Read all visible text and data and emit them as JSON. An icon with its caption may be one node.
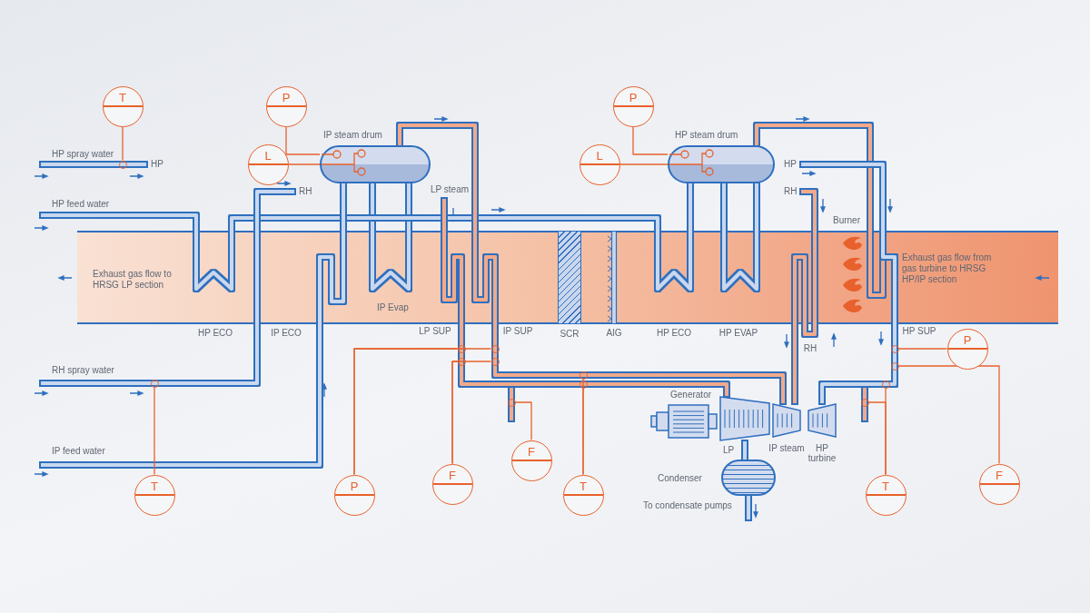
{
  "diagram": {
    "nodes": [
      {
        "text": [
          "T"
        ]
      },
      {
        "text": [
          "P"
        ]
      },
      {
        "text": [
          "P"
        ]
      },
      {
        "text": [
          "IP steam drum"
        ]
      },
      {
        "text": [
          "HP steam drum"
        ]
      },
      {
        "text": [
          "L"
        ]
      },
      {
        "text": [
          "L"
        ]
      },
      {
        "text": [
          "HP"
        ]
      },
      {
        "text": [
          "HP"
        ]
      },
      {
        "text": [
          "RH"
        ]
      },
      {
        "text": [
          "LP steam"
        ]
      },
      {
        "text": [
          "RH"
        ]
      },
      {
        "text": [
          "Exhaust gas flow to HRSG LP section",
          "Exhaust gas flow from gas turbine to HRSG HP/IP section"
        ]
      },
      {
        "text": [
          "SCR"
        ],
        "in": 12
      },
      {
        "text": [
          "AIG"
        ],
        "in": 12
      },
      {
        "text": [
          "P"
        ]
      },
      {
        "text": [
          "Generator"
        ]
      },
      {
        "text": [
          "LP"
        ]
      },
      {
        "text": [
          "IP steam"
        ]
      },
      {
        "text": [
          "HP turbine"
        ]
      },
      {
        "text": [
          "Condenser"
        ],
        "beside": [
          "To condensate pumps"
        ]
      },
      {
        "text": [
          "F"
        ]
      },
      {
        "text": [
          "F"
        ]
      },
      {
        "text": [
          "F"
        ]
      },
      {
        "text": [
          "T"
        ]
      },
      {
        "text": [
          "P"
        ]
      },
      {
        "text": [
          "T"
        ]
      },
      {
        "text": [
          "T"
        ]
      },
      {
        "text": [],
        "shape": "circle"
      },
      {
        "text": [],
        "shape": "circle"
      },
      {
        "text": [],
        "shape": "circle"
      },
      {
        "text": [],
        "shape": "circle"
      },
      {
        "text": [],
        "shape": "circle"
      },
      {
        "text": [],
        "shape": "circle"
      },
      {
        "text": [],
        "shape": "circle"
      },
      {
        "text": [],
        "shape": "circle"
      },
      {
        "text": [],
        "shape": "circle"
      },
      {
        "text": [],
        "shape": "circle"
      },
      {
        "text": [],
        "shape": "circle"
      },
      {
        "text": [],
        "shape": "circle"
      },
      {
        "text": [],
        "shape": "circle"
      }
    ],
    "edges": [
      {
        "from": 0,
        "to": 28,
        "arrow": "none"
      },
      {
        "from": 1,
        "to": 3,
        "arrow": "none"
      },
      {
        "from": 5,
        "to": 3,
        "arrow": "none"
      },
      {
        "from": 2,
        "to": 4,
        "arrow": "none"
      },
      {
        "from": 6,
        "to": 4,
        "arrow": "none"
      },
      {
        "from": 15,
        "to": 31,
        "arrow": "none"
      },
      {
        "from": 24,
        "to": 35,
        "arrow": "none"
      },
      {
        "from": 25,
        "to": 29,
        "arrow": "none"
      },
      {
        "from": 25,
        "to": 30,
        "arrow": "none"
      },
      {
        "from": 22,
        "to": 32,
        "arrow": "none"
      },
      {
        "from": 22,
        "to": 33,
        "arrow": "none"
      },
      {
        "from": 21,
        "to": 39,
        "arrow": "none"
      },
      {
        "from": 26,
        "to": 37,
        "arrow": "none"
      },
      {
        "from": 26,
        "to": 36,
        "arrow": "none"
      },
      {
        "from": 27,
        "to": 38,
        "arrow": "none"
      },
      {
        "from": 27,
        "to": 40,
        "arrow": "none"
      },
      {
        "from": 23,
        "to": 34,
        "arrow": "none"
      },
      {
        "from": null,
        "to": 7,
        "arrow": "none",
        "label": "HP spray water",
        "style": "thick",
        "color": "#c9d8ee"
      },
      {
        "from": null,
        "to": 4,
        "arrow": "none",
        "label": "HP feed water",
        "style": "thick",
        "color": "#c9d8ee"
      },
      {
        "from": null,
        "to": 9,
        "arrow": "none",
        "label": "RH spray water",
        "style": "thick",
        "color": "#c9d8ee"
      },
      {
        "from": null,
        "to": 3,
        "arrow": "none",
        "label": "IP feed water",
        "style": "thick",
        "color": "#c9d8ee"
      },
      {
        "from": 3,
        "to": 18,
        "arrow": "none",
        "style": "thick",
        "color": "#f2a98a"
      },
      {
        "from": 10,
        "to": 17,
        "arrow": "none",
        "style": "thick",
        "color": "#f2a98a"
      },
      {
        "from": 4,
        "to": 19,
        "arrow": "none",
        "style": "thick",
        "color": "#f2a98a"
      },
      {
        "from": 8,
        "to": 19,
        "arrow": "none",
        "style": "thick",
        "color": "#c9d8ee"
      },
      {
        "from": 11,
        "to": 18,
        "arrow": "none",
        "style": "thick",
        "color": "#f2a98a"
      },
      {
        "from": 17,
        "to": 20,
        "arrow": "none",
        "style": "thick",
        "color": "#c9d8ee"
      },
      {
        "from": 20,
        "to": null,
        "arrow": "none",
        "style": "thick",
        "color": "#c9d8ee"
      }
    ],
    "labels": [
      "Burner",
      "IP Evap",
      "HP ECO",
      "IP ECO",
      "LP SUP",
      "IP SUP",
      "HP ECO",
      "HP EVAP",
      "HP SUP",
      "RH"
    ]
  }
}
